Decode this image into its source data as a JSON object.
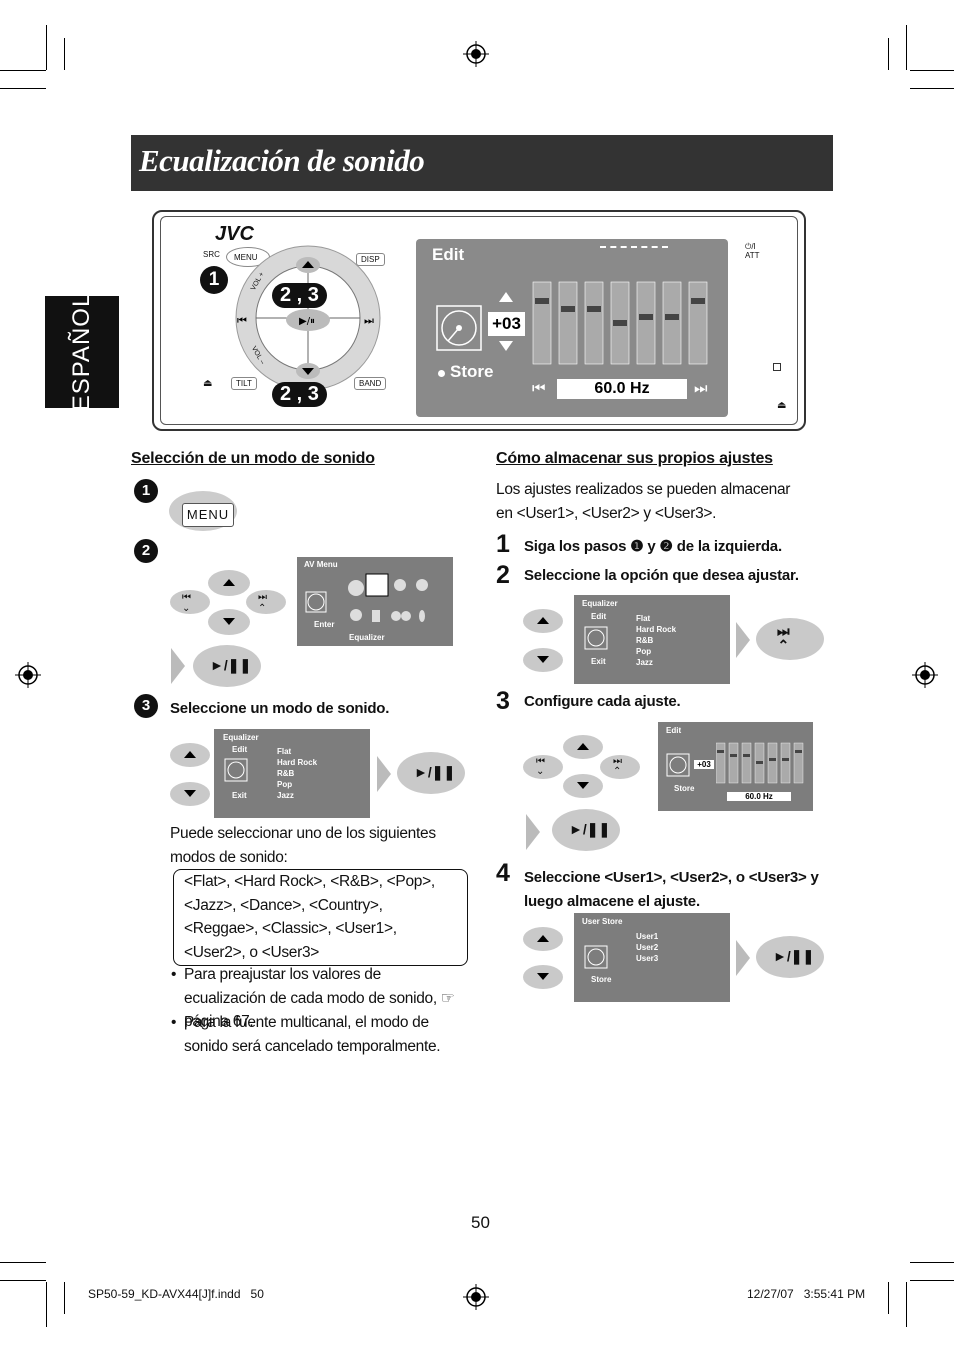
{
  "page_title": "Ecualización de sonido",
  "language_tab": "ESPAÑOL",
  "device": {
    "brand": "JVC",
    "src": "SRC",
    "menu": "MENU",
    "disp": "DISP",
    "tilt": "TILT",
    "band": "BAND",
    "vol_plus": "VOL +",
    "vol_minus": "VOL –",
    "power_att": "⏻/I\nATT",
    "callout1": "1",
    "callout23_top": "2 , 3",
    "callout23_bottom": "2 , 3",
    "lcd": {
      "edit": "Edit",
      "value": "+03",
      "store": "Store",
      "freq": "60.0 Hz"
    }
  },
  "left": {
    "heading": "Selección de un modo de sonido",
    "step1_button": "MENU",
    "step2_screen": {
      "title": "AV Menu",
      "enter": "Enter",
      "caption": "Equalizer"
    },
    "step3_text": "Seleccione un modo de sonido.",
    "step3_screen": {
      "title": "Equalizer",
      "edit": "Edit",
      "exit": "Exit",
      "items": [
        "Flat",
        "Hard Rock",
        "R&B",
        "Pop",
        "Jazz"
      ],
      "selected": "R&B"
    },
    "modes_intro": "Puede seleccionar uno de los siguientes modos de sonido:",
    "modes_box": "<Flat>, <Hard Rock>, <R&B>, <Pop>, <Jazz>, <Dance>, <Country>, <Reggae>, <Classic>, <User1>, <User2>, o <User3>",
    "bullet1": "Para preajustar los valores de ecualización de cada modo de sonido, ☞ página 67.",
    "bullet2": "Para la fuente multicanal, el modo de sonido será cancelado temporalmente."
  },
  "right": {
    "heading": "Cómo almacenar sus propios ajustes",
    "intro": "Los ajustes realizados se pueden almacenar en <User1>, <User2> y <User3>.",
    "step1": "Siga los pasos ❶ y ❷ de la izquierda.",
    "step2": "Seleccione la opción que desea ajustar.",
    "step2_screen": {
      "title": "Equalizer",
      "edit": "Edit",
      "exit": "Exit",
      "items": [
        "Flat",
        "Hard Rock",
        "R&B",
        "Pop",
        "Jazz"
      ],
      "selected": "R&B"
    },
    "step3": "Configure cada ajuste.",
    "step3_screen": {
      "title": "Edit",
      "value": "+03",
      "store": "Store",
      "freq": "60.0 Hz"
    },
    "step4": "Seleccione <User1>, <User2>, o <User3> y luego almacene el ajuste.",
    "step4_screen": {
      "title": "User Store",
      "store": "Store",
      "items": [
        "User1",
        "User2",
        "User3"
      ],
      "selected": "User3"
    }
  },
  "page_number": "50",
  "footer": {
    "file": "SP50-59_KD-AVX44[J]f.indd   50",
    "date": "12/27/07   3:55:41 PM"
  }
}
